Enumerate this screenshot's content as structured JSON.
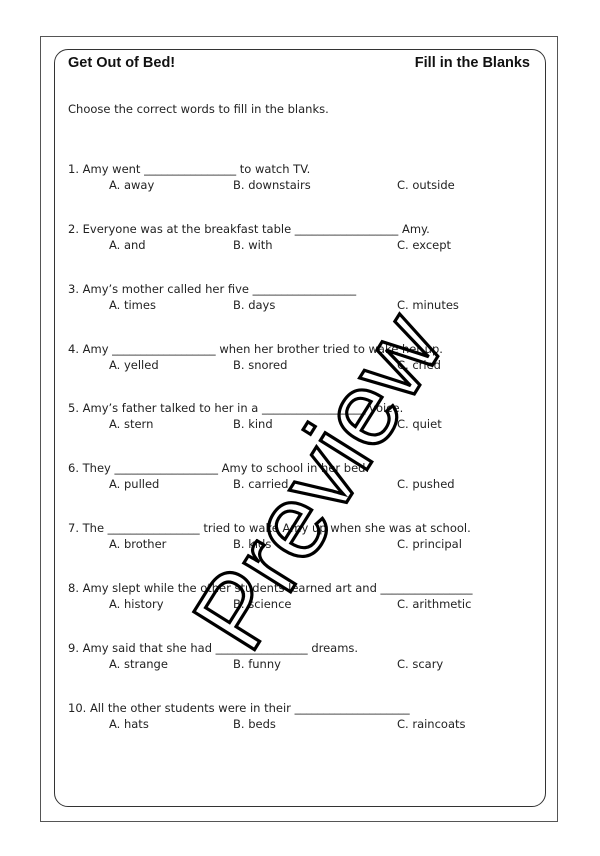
{
  "header": {
    "title": "Get Out of Bed!",
    "activity": "Fill in the Blanks"
  },
  "instructions": "Choose the correct words to fill in the blanks.",
  "questions": [
    {
      "stem": "1. Amy went ________________ to watch TV.",
      "a": "A. away",
      "b": "B. downstairs",
      "c": "C. outside"
    },
    {
      "stem": "2. Everyone was at the breakfast table __________________ Amy.",
      "a": "A. and",
      "b": "B. with",
      "c": "C. except"
    },
    {
      "stem": "3. Amy’s mother called her five __________________",
      "a": "A. times",
      "b": "B. days",
      "c": "C. minutes"
    },
    {
      "stem": "4. Amy __________________ when her brother tried to wake her up.",
      "a": "A. yelled",
      "b": "B. snored",
      "c": "C. cried"
    },
    {
      "stem": "5. Amy’s father talked to her in a __________________ voice.",
      "a": "A. stern",
      "b": "B. kind",
      "c": "C. quiet"
    },
    {
      "stem": "6. They __________________ Amy to school in her bed.",
      "a": "A. pulled",
      "b": "B. carried",
      "c": "C. pushed"
    },
    {
      "stem": "7. The ________________ tried to wake Amy up when she was at school.",
      "a": "A. brother",
      "b": "B. kids",
      "c": "C. principal"
    },
    {
      "stem": "8. Amy slept while the other students learned art and ________________",
      "a": "A. history",
      "b": "B. science",
      "c": "C. arithmetic"
    },
    {
      "stem": "9. Amy said that she had ________________ dreams.",
      "a": "A. strange",
      "b": "B. funny",
      "c": "C. scary"
    },
    {
      "stem": "10. All the other students were in their ____________________",
      "a": "A. hats",
      "b": "B. beds",
      "c": "C. raincoats"
    }
  ],
  "watermark": "Preview"
}
